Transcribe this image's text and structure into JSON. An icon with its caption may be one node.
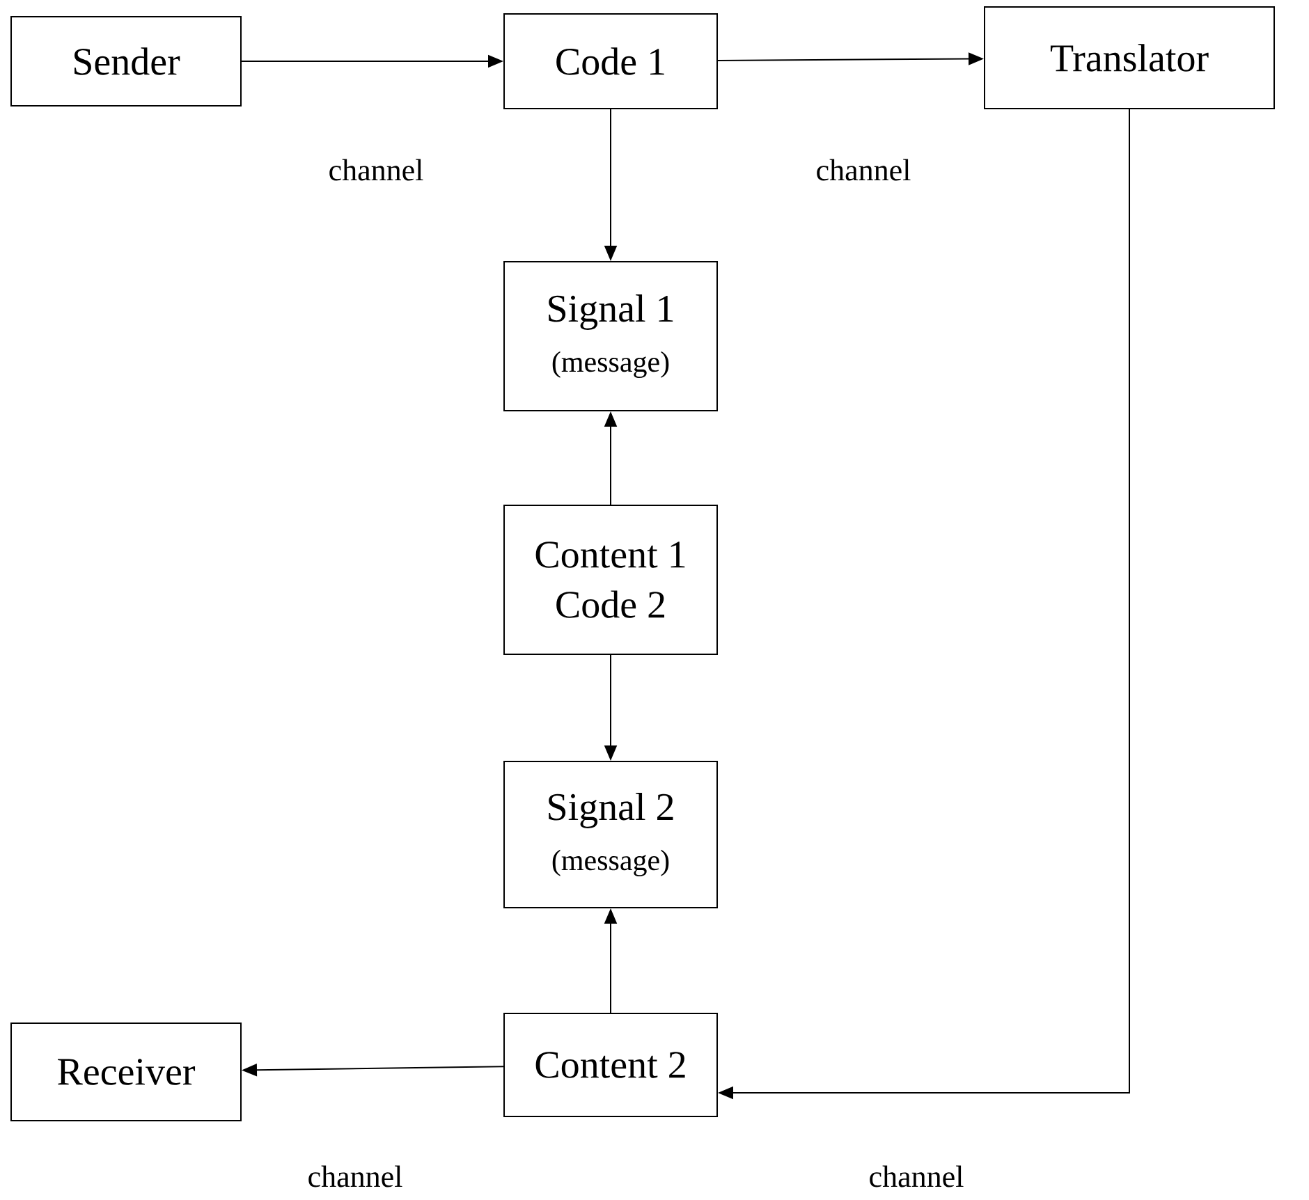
{
  "diagram": {
    "nodes": [
      {
        "text": [
          "Sender"
        ]
      },
      {
        "text": [
          "Code 1"
        ]
      },
      {
        "text": [
          "Translator"
        ]
      },
      {
        "text": [
          "Signal 1",
          "(message)"
        ]
      },
      {
        "text": [
          "Content 1",
          "Code 2"
        ]
      },
      {
        "text": [
          "Signal 2",
          "(message)"
        ]
      },
      {
        "text": [
          "Receiver"
        ]
      },
      {
        "text": [
          "Content 2"
        ]
      }
    ],
    "edges": [
      {
        "from": 0,
        "to": 1,
        "arrow": "to",
        "label": "channel"
      },
      {
        "from": 1,
        "to": 2,
        "arrow": "to",
        "label": "channel"
      },
      {
        "from": 1,
        "to": 3,
        "arrow": "to"
      },
      {
        "from": 4,
        "to": 3,
        "arrow": "to"
      },
      {
        "from": 4,
        "to": 5,
        "arrow": "to"
      },
      {
        "from": 7,
        "to": 5,
        "arrow": "to"
      },
      {
        "from": 2,
        "to": 7,
        "arrow": "to",
        "label": "channel"
      },
      {
        "from": 7,
        "to": 6,
        "arrow": "to",
        "label": "channel"
      }
    ]
  }
}
